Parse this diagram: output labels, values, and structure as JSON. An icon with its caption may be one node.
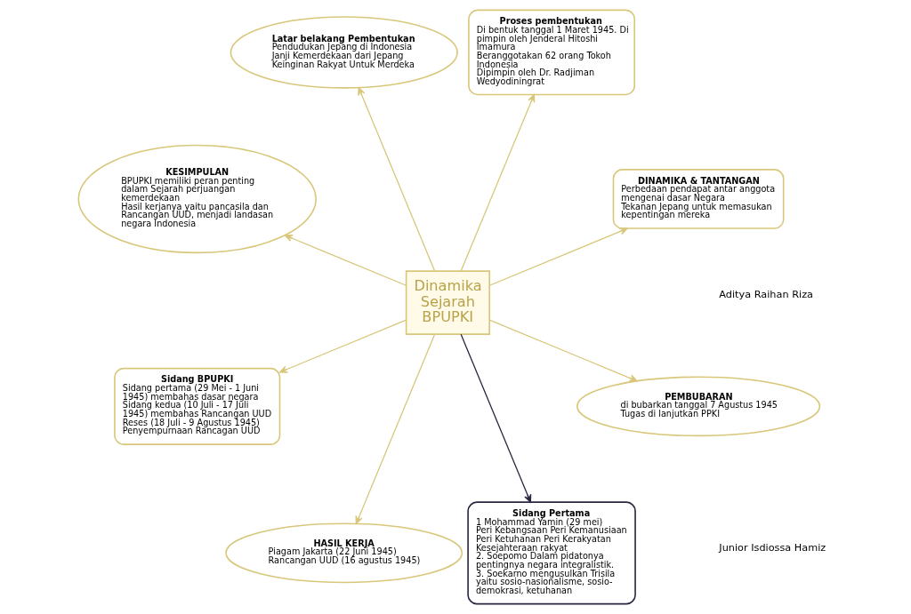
{
  "diagram": {
    "nodes": [
      {
        "text": [
          "DINAMIKA & TANTANGAN",
          "Perbedaan pendapat antar anggota mengenai dasar Negara",
          "Tekanan Jepang untuk memasukan kepentingan mereka"
        ]
      },
      {
        "text": [
          "Proses pembentukan",
          "Di bentuk tanggal 1 Maret 1945. Di pimpin oleh Jenderal Hitoshi Imamura",
          "Beranggotakan 62 orang Tokoh Indonesia",
          "Dipimpin oleh Dr. Radjiman Wedyodiningrat"
        ]
      },
      {
        "text": [
          "Latar belakang Pembentukan",
          "Pendudukan Jepang di Indonesia",
          "Janji Kemerdekaan dari Jepang",
          "Keinginan Rakyat Untuk Merdeka"
        ]
      },
      {
        "text": [
          "Dinamika Sejarah BPUPKI"
        ]
      },
      {
        "text": [
          "KESIMPULAN",
          "BPUPKI memiliki peran penting dalam Sejarah perjuangan kemerdekaan",
          "Hasil kerjanya yaitu pancasila dan Rancangan UUD, menjadi landasan negara Indonesia"
        ]
      },
      {
        "text": [
          "Sidang BPUPKI",
          "Sidang pertama (29 Mei - 1 Juni 1945) membahas dasar negara",
          "Sidang kedua (10 Juli - 17 Juli 1945) membahas Rancangan UUD",
          "Reses (18 Juli - 9 Agustus 1945) Penyempurnaan Rancagan UUD"
        ]
      },
      {
        "text": [
          "HASIL KERJA",
          "Piagam Jakarta (22 Juni 1945)",
          "Rancangan UUD (16 agustus 1945)"
        ]
      },
      {
        "text": [
          "Sidang Pertama",
          "1 Mohammad Yamin (29 mei)",
          "Peri Kebangsaan Peri Kemanusiaan Peri Ketuhanan Peri Kerakyatan Kesejahteraan rakyat",
          "2. Soepomo Dalam pidatonya pentingnya negara integralistik.",
          "3. Soekarno mengusulkan Trisila yaitu sosio-nasionalisme, sosio-demokrasi, ketuhanan"
        ]
      },
      {
        "text": [
          "PEMBUBARAN",
          "di bubarkan tanggal 7 Agustus 1945",
          "Tugas di lanjutkan PPKI"
        ]
      }
    ],
    "edges": [
      {
        "from": 3,
        "to": 0,
        "arrow": "to"
      },
      {
        "from": 3,
        "to": 1,
        "arrow": "to"
      },
      {
        "from": 3,
        "to": 2,
        "arrow": "to"
      },
      {
        "from": 3,
        "to": 4,
        "arrow": "to"
      },
      {
        "from": 3,
        "to": 5,
        "arrow": "to"
      },
      {
        "from": 3,
        "to": 6,
        "arrow": "to"
      },
      {
        "from": 3,
        "to": 7,
        "arrow": "to",
        "color": "#2b2540"
      },
      {
        "from": 3,
        "to": 8,
        "arrow": "to"
      }
    ],
    "labels": [
      "Junior Isdiossa Hamiz",
      "Aditya Raihan Riza"
    ]
  }
}
